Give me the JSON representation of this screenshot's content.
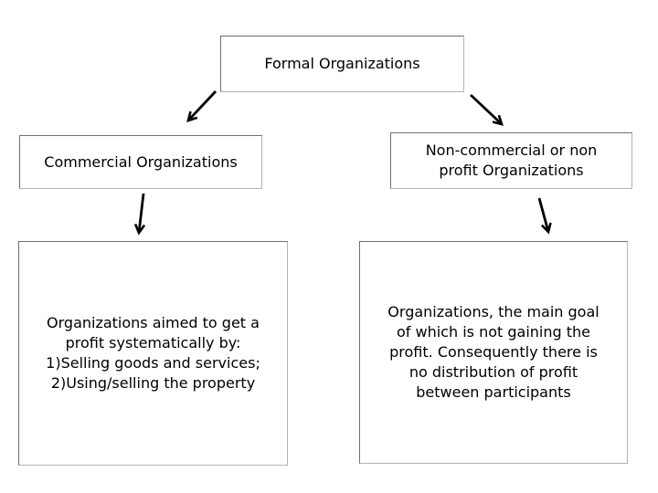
{
  "diagram": {
    "title": "Formal Organizations classification diagram",
    "nodes": {
      "formal": {
        "label": "Formal Organizations"
      },
      "commercial": {
        "label": "Commercial Organizations"
      },
      "noncommercial": {
        "label": "Non-commercial or non\nprofit Organizations"
      },
      "commercial_desc": {
        "label": "Organizations aimed to get a\nprofit systematically by:\n1)Selling goods and services;\n2)Using/selling the property"
      },
      "noncommercial_desc": {
        "label": "Organizations, the main goal\nof which is not gaining the\nprofit. Consequently there is\nno distribution of profit\nbetween participants"
      }
    },
    "connections": [
      {
        "from": "formal",
        "to": "commercial"
      },
      {
        "from": "formal",
        "to": "noncommercial"
      },
      {
        "from": "commercial",
        "to": "commercial_desc"
      },
      {
        "from": "noncommercial",
        "to": "noncommercial_desc"
      }
    ],
    "colors": {
      "background": "#ffffff",
      "box_border_dark": "#6f6f6f",
      "box_border_light": "#b4b4b4",
      "text": "#000000",
      "arrow": "#000000"
    }
  }
}
